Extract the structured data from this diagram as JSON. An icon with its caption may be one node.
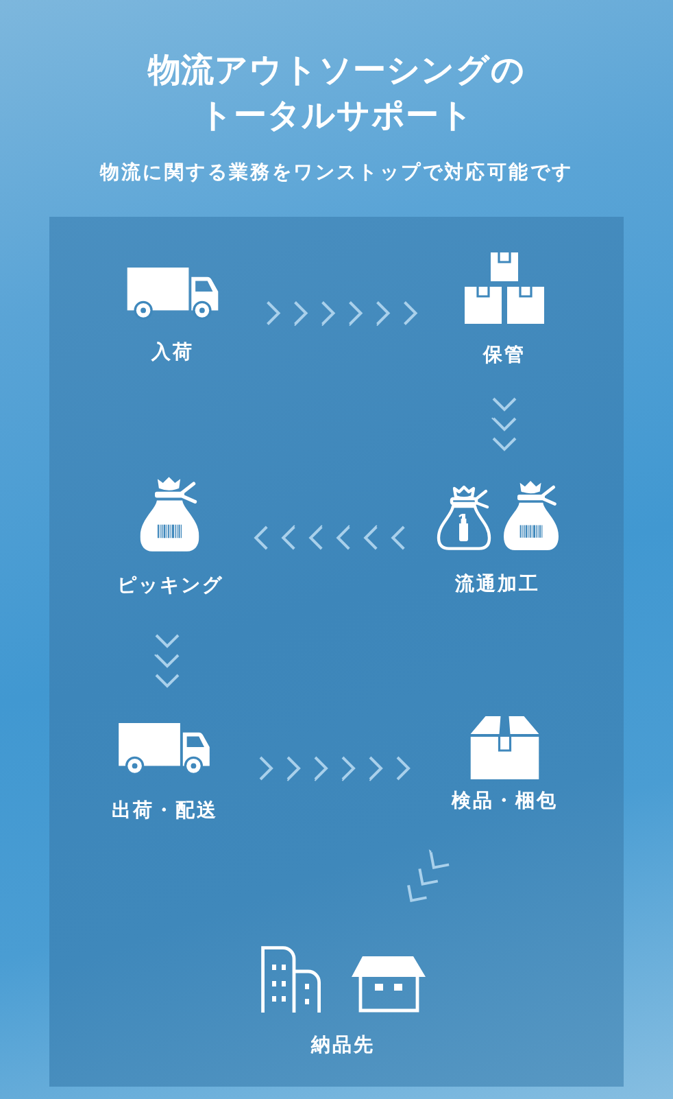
{
  "diagram": {
    "title": "物流アウトソーシングのトータルサポート",
    "nodes": [
      {
        "text": [
          "入荷"
        ]
      },
      {
        "text": [
          "保管"
        ]
      },
      {
        "text": [
          "流通加工"
        ]
      },
      {
        "text": [
          "ピッキング"
        ]
      },
      {
        "text": [
          "出荷・配送"
        ]
      },
      {
        "text": [
          "検品・梱包"
        ]
      },
      {
        "text": [
          "納品先"
        ]
      }
    ],
    "edges": [
      {
        "from": 0,
        "to": 1,
        "arrow": "to"
      },
      {
        "from": 1,
        "to": 2,
        "arrow": "to"
      },
      {
        "from": 2,
        "to": 3,
        "arrow": "to"
      },
      {
        "from": 3,
        "to": 4,
        "arrow": "to"
      },
      {
        "from": 4,
        "to": 5,
        "arrow": "to"
      },
      {
        "from": 5,
        "to": 6,
        "arrow": "to"
      }
    ],
    "labels": [
      "物流に関する業務をワンストップで対応可能です"
    ]
  }
}
